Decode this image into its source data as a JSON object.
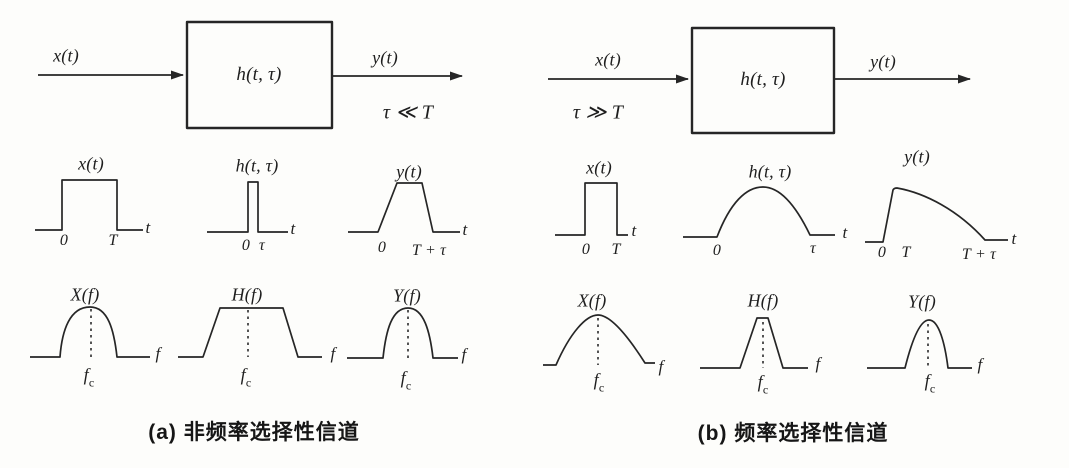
{
  "figure": {
    "description": "Channel models: non-frequency-selective vs frequency-selective channel, block diagrams with time and frequency domain waveforms"
  },
  "symbols": {
    "f": "f",
    "c": "c"
  },
  "panel_a": {
    "caption": "(a) 非频率选择性信道",
    "block": {
      "input_label": "x(t)",
      "box_label": "h(t, τ)",
      "output_label": "y(t)",
      "condition": "τ ≪ T"
    },
    "time": {
      "xt": {
        "title": "x(t)",
        "axis": "t",
        "tick0": "0",
        "tickT": "T",
        "shape": "wide rectangular pulse from 0 to T"
      },
      "ht": {
        "title": "h(t, τ)",
        "axis": "t",
        "tick0": "0",
        "tickTau": "τ",
        "shape": "narrow rectangular pulse from 0 to τ"
      },
      "yt": {
        "title": "y(t)",
        "axis": "t",
        "tick0": "0",
        "tickTTau": "T + τ",
        "shape": "trapezoidal pulse from 0 to T+τ"
      }
    },
    "freq": {
      "Xf": {
        "title": "X(f)",
        "axis": "f",
        "center_tick": "fc",
        "shape": "round-topped band centered at fc"
      },
      "Hf": {
        "title": "H(f)",
        "axis": "f",
        "center_tick": "fc",
        "shape": "wide flat-topped trapezoid centered at fc"
      },
      "Yf": {
        "title": "Y(f)",
        "axis": "f",
        "center_tick": "fc",
        "shape": "round-topped band centered at fc"
      }
    }
  },
  "panel_b": {
    "caption": "(b) 频率选择性信道",
    "block": {
      "input_label": "x(t)",
      "box_label": "h(t, τ)",
      "output_label": "y(t)",
      "condition": "τ ≫ T"
    },
    "time": {
      "xt": {
        "title": "x(t)",
        "axis": "t",
        "tick0": "0",
        "tickT": "T",
        "shape": "narrow rectangular pulse from 0 to T"
      },
      "ht": {
        "title": "h(t, τ)",
        "axis": "t",
        "tick0": "0",
        "tickTau": "τ",
        "shape": "broad smooth arch from 0 to τ"
      },
      "yt": {
        "title": "y(t)",
        "axis": "t",
        "tick0": "0",
        "tickT": "T",
        "tickTTau": "T + τ",
        "shape": "fast rise at 0, peak near T, slow decay until T+τ"
      }
    },
    "freq": {
      "Xf": {
        "title": "X(f)",
        "axis": "f",
        "center_tick": "fc",
        "shape": "wide smooth arch centered at fc"
      },
      "Hf": {
        "title": "H(f)",
        "axis": "f",
        "center_tick": "fc",
        "shape": "narrow trapezoid centered at fc"
      },
      "Yf": {
        "title": "Y(f)",
        "axis": "f",
        "center_tick": "fc",
        "shape": "narrow round-topped band centered at fc"
      }
    }
  }
}
